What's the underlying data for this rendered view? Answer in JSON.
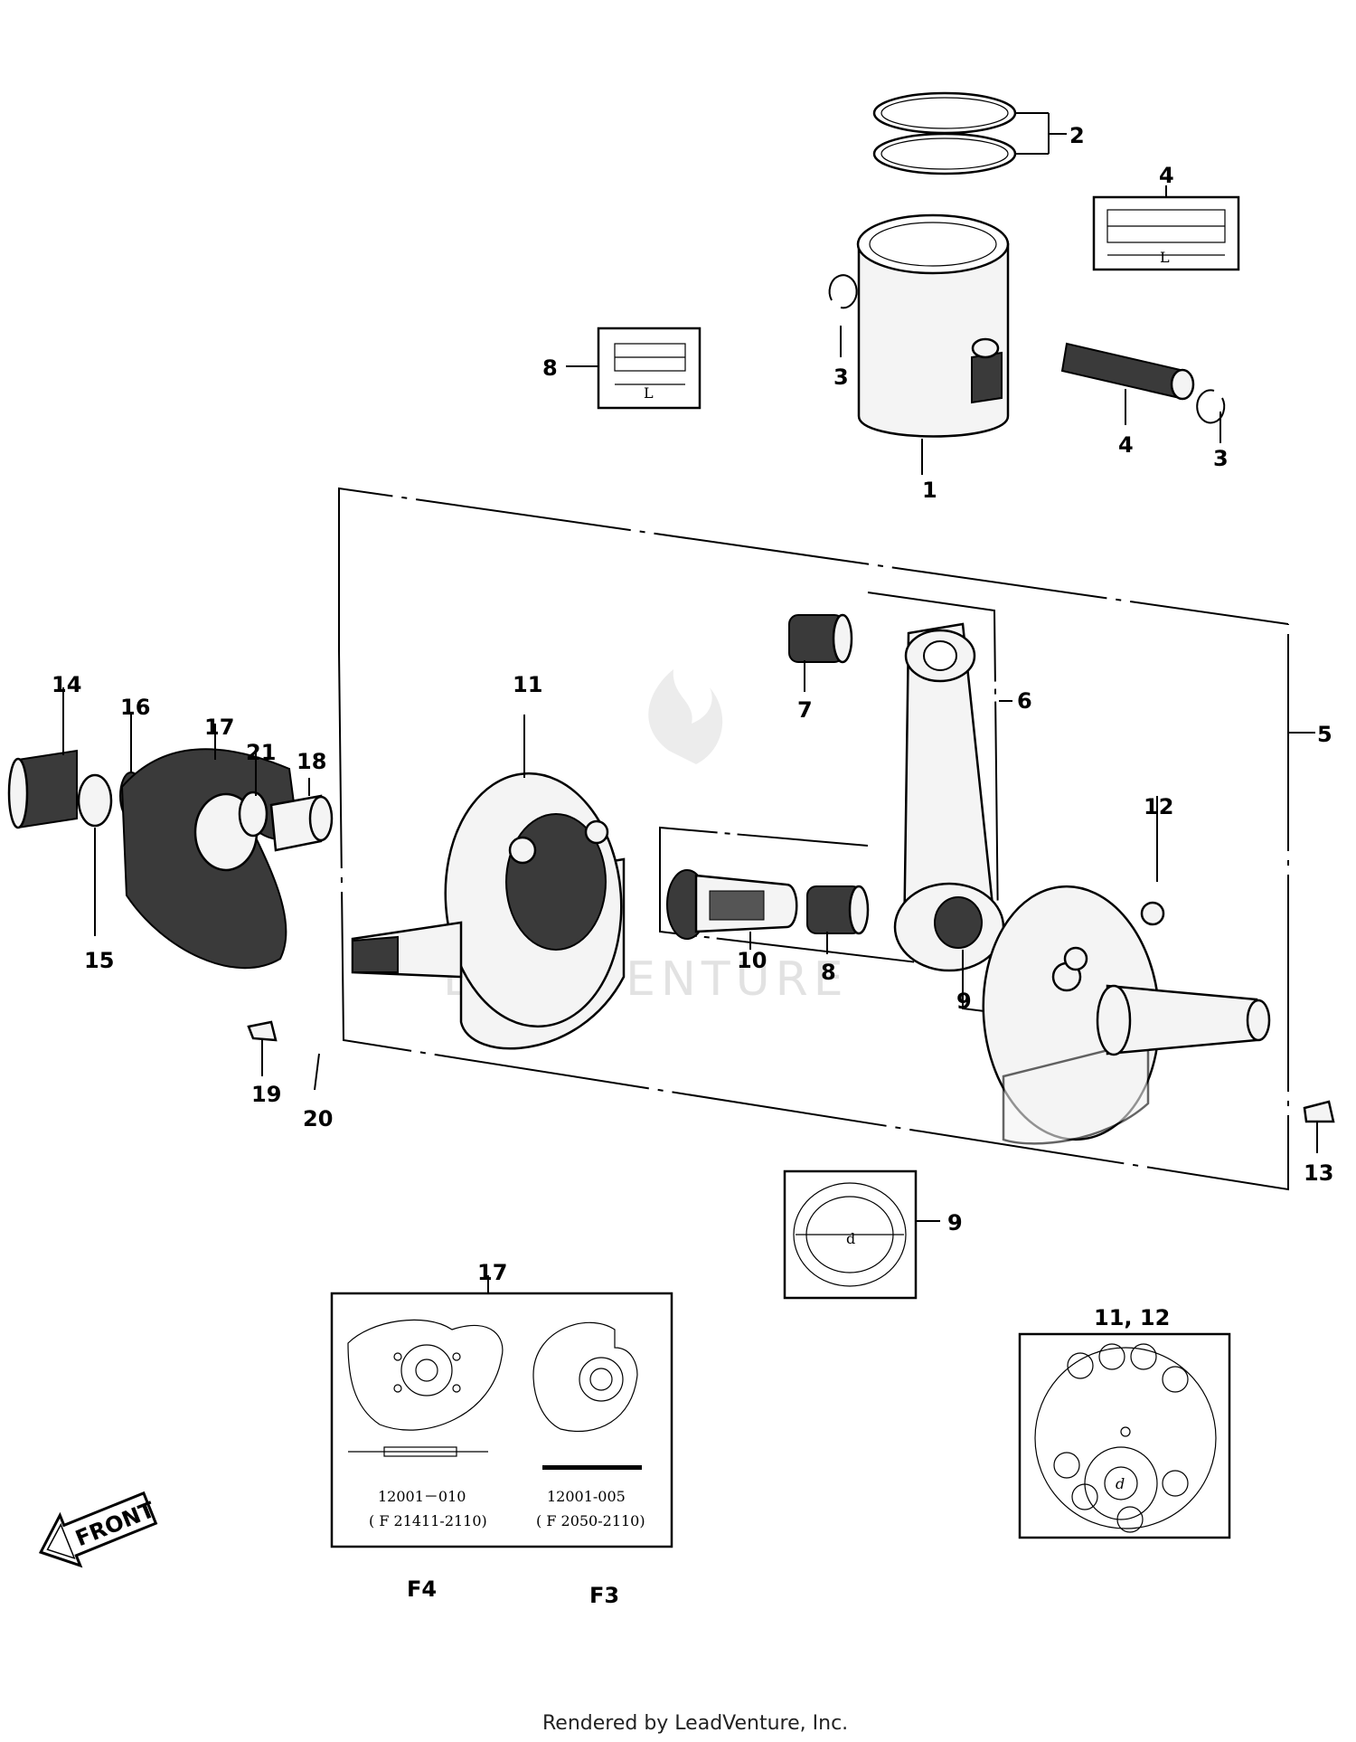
{
  "diagram": {
    "callouts": {
      "c1": "1",
      "c2": "2",
      "c3a": "3",
      "c3b": "3",
      "c4a": "4",
      "c4b": "4",
      "c5": "5",
      "c6": "6",
      "c7": "7",
      "c8a": "8",
      "c8b": "8",
      "c9a": "9",
      "c9b": "9",
      "c10": "10",
      "c11": "11",
      "c12": "12",
      "c13": "13",
      "c14": "14",
      "c15": "15",
      "c16": "16",
      "c17a": "17",
      "c17b": "17",
      "c18": "18",
      "c19": "19",
      "c20": "20",
      "c21": "21",
      "c1112": "11, 12"
    },
    "dimension_labels": {
      "length_a": "L",
      "length_b": "L",
      "diameter_a": "d",
      "diameter_b": "d"
    },
    "front_arrow_label": "FRONT",
    "inset_17": {
      "left_part_no": "12001－010",
      "left_code": "( F 21411-2110)",
      "right_part_no": "12001-005",
      "right_code": "( F 2050-2110)"
    },
    "variant_labels": {
      "left": "F4",
      "right": "F3"
    },
    "watermark": "LEADVENTURE",
    "footer": "Rendered by LeadVenture, Inc."
  }
}
